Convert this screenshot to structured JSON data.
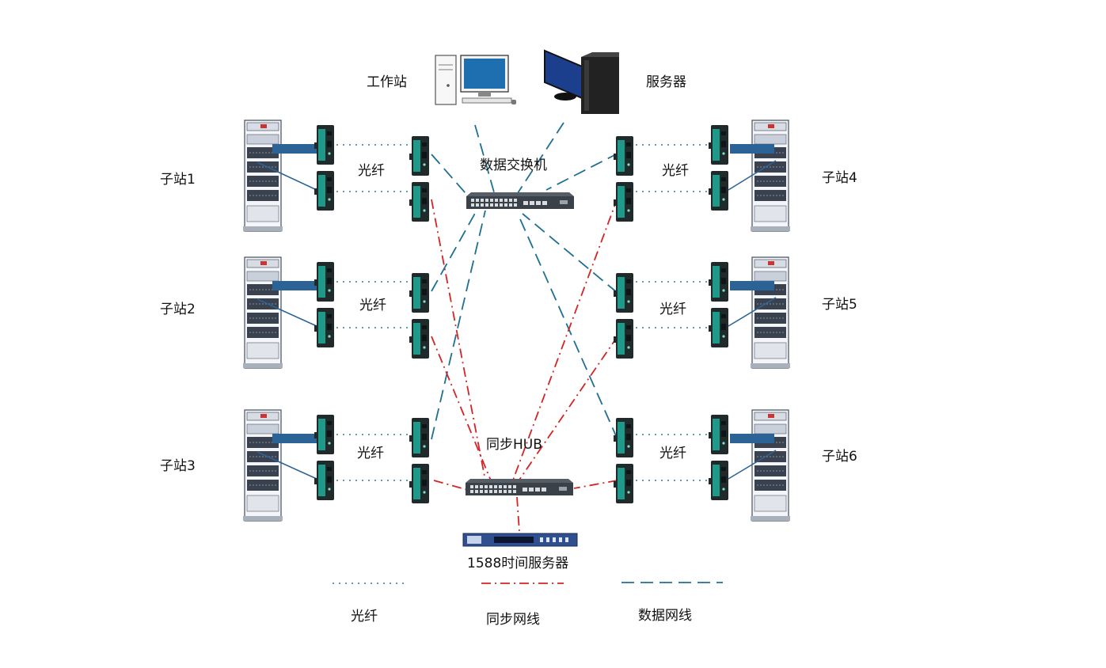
{
  "nodes": {
    "workstation": "工作站",
    "server": "服务器",
    "data_switch": "数据交换机",
    "sync_hub": "同步HUB",
    "time_server": "1588时间服务器"
  },
  "stations": [
    "子站1",
    "子站2",
    "子站3",
    "子站4",
    "子站5",
    "子站6"
  ],
  "fiber_label": "光纤",
  "legend": {
    "fiber": "光纤",
    "sync_cable": "同步网线",
    "data_cable": "数据网线"
  },
  "colors": {
    "fiber": "#2a7f8f",
    "sync": "#d42424",
    "data": "#1e6f94",
    "converter": "#1f9a8a",
    "patch": "#2c6396"
  }
}
